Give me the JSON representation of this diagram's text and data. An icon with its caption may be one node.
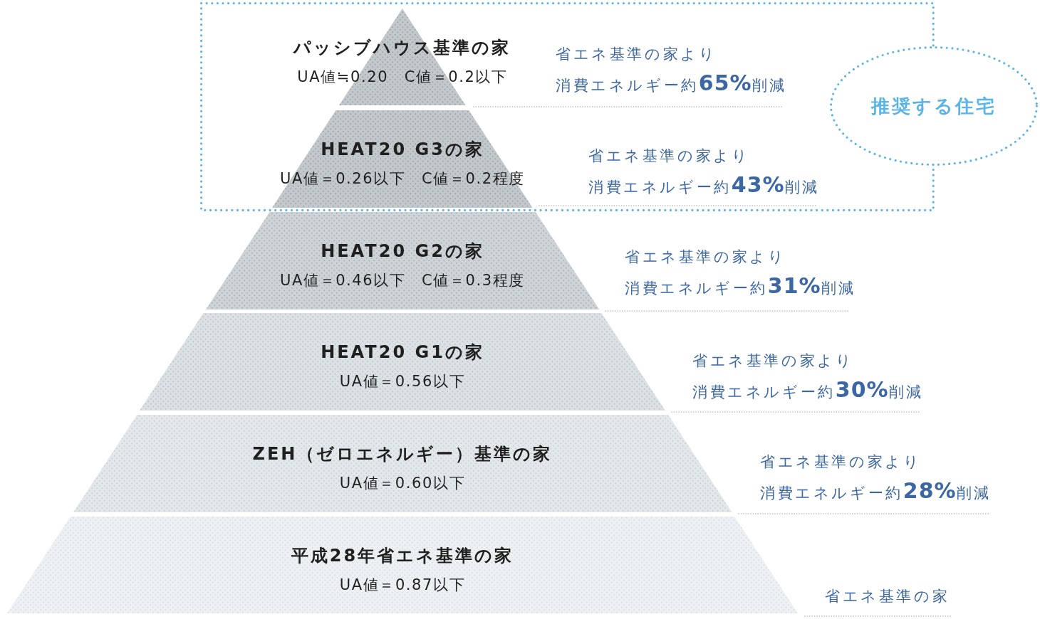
{
  "diagram": {
    "nodes": [
      {
        "text": [],
        "shape": "box"
      },
      {
        "text": [
          "パッシブハウス基準の家",
          "UA値≒0.20　C値＝0.2以下"
        ],
        "in": 0,
        "beside": [
          "省エネ基準の家より",
          "消費エネルギー約**65%**削減"
        ]
      },
      {
        "text": [
          "HEAT20 G3の家",
          "UA値＝0.26以下　C値＝0.2程度"
        ],
        "in": 0,
        "beside": [
          "省エネ基準の家より",
          "消費エネルギー約**43%**削減"
        ]
      },
      {
        "text": [
          "推奨する住宅"
        ]
      },
      {
        "text": [
          "HEAT20 G2の家",
          "UA値＝0.46以下　C値＝0.3程度"
        ],
        "beside": [
          "省エネ基準の家より",
          "消費エネルギー約**31%**削減"
        ]
      },
      {
        "text": [
          "HEAT20 G1の家",
          "UA値＝0.56以下"
        ],
        "beside": [
          "省エネ基準の家より",
          "消費エネルギー約**30%**削減"
        ]
      },
      {
        "text": [
          "ZEH（ゼロエネルギー）基準の家",
          "UA値＝0.60以下"
        ],
        "beside": [
          "省エネ基準の家より",
          "消費エネルギー約**28%**削減"
        ]
      },
      {
        "text": [
          "平成28年省エネ基準の家",
          "UA値＝0.87以下"
        ],
        "beside": [
          "省エネ基準の家"
        ]
      }
    ]
  }
}
